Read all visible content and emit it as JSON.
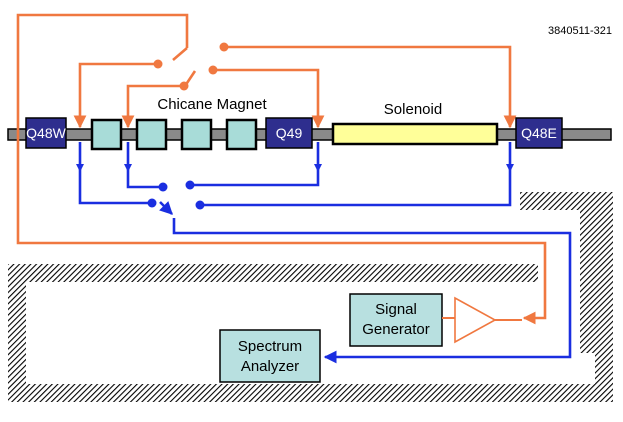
{
  "figure_id": "3840511-321",
  "labels": {
    "q48w": "Q48W",
    "q49": "Q49",
    "q48e": "Q48E",
    "chicane": "Chicane Magnet",
    "solenoid": "Solenoid",
    "signal_generator": [
      "Signal",
      "Generator"
    ],
    "spectrum_analyzer": [
      "Spectrum",
      "Analyzer"
    ]
  },
  "colors": {
    "drive_line": "#f07840",
    "pickup_line": "#1a2ee0",
    "quad_fill": "#2e2e8e",
    "chicane_fill": "#a8dcd8",
    "solenoid_fill": "#ffff99",
    "instrument_fill": "#b8e0e0",
    "beampipe": "#8a8a8a"
  }
}
